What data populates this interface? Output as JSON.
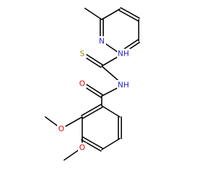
{
  "colors": {
    "background": "#ffffff",
    "bond": "#000000",
    "nitrogen": "#1f1fd6",
    "oxygen": "#e00000",
    "sulfur": "#9a8a00"
  },
  "atoms": {
    "N_pyridine": {
      "symbol": "N",
      "element": "nitrogen"
    },
    "NH_thio": {
      "symbol": "NH",
      "element": "nitrogen"
    },
    "S": {
      "symbol": "S",
      "element": "sulfur"
    },
    "NH_amide": {
      "symbol": "NH",
      "element": "nitrogen"
    },
    "O_carbonyl": {
      "symbol": "O",
      "element": "oxygen"
    },
    "O_methoxy_3": {
      "symbol": "O",
      "element": "oxygen"
    },
    "O_methoxy_4": {
      "symbol": "O",
      "element": "oxygen"
    }
  }
}
